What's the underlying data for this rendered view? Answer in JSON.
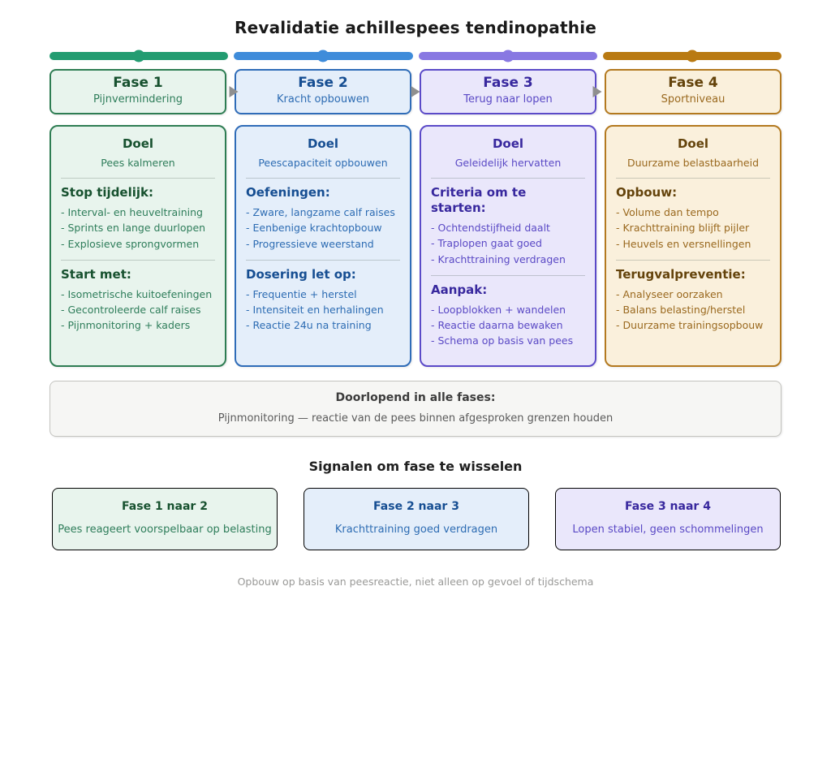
{
  "title": "Revalidatie achillespees tendinopathie",
  "labels": {
    "doel": "Doel"
  },
  "timeline": {
    "segment_colors": [
      "#239c71",
      "#3f8cda",
      "#8878e2",
      "#b97a12"
    ]
  },
  "phases": [
    {
      "name": "Fase 1",
      "subtitle": "Pijnvermindering",
      "doel": "Pees kalmeren",
      "colors": {
        "accent": "#239c71",
        "border": "#2e7d53",
        "background": "#e8f4ed",
        "heading": "#17512f",
        "text": "#2e7d5a"
      },
      "sections": [
        {
          "heading": "Stop tijdelijk:",
          "items": [
            "- Interval- en heuveltraining",
            "- Sprints en lange duurlopen",
            "- Explosieve sprongvormen"
          ]
        },
        {
          "heading": "Start met:",
          "items": [
            "- Isometrische kuitoefeningen",
            "- Gecontroleerde calf raises",
            "- Pijnmonitoring + kaders"
          ]
        }
      ]
    },
    {
      "name": "Fase 2",
      "subtitle": "Kracht opbouwen",
      "doel": "Peescapaciteit opbouwen",
      "colors": {
        "accent": "#3f8cda",
        "border": "#2f6cb8",
        "background": "#e4eefa",
        "heading": "#164e92",
        "text": "#2d6cb3"
      },
      "sections": [
        {
          "heading": "Oefeningen:",
          "items": [
            "- Zware, langzame calf raises",
            "- Eenbenige krachtopbouw",
            "- Progressieve weerstand"
          ]
        },
        {
          "heading": "Dosering let op:",
          "items": [
            "- Frequentie + herstel",
            "- Intensiteit en herhalingen",
            "- Reactie 24u na training"
          ]
        }
      ]
    },
    {
      "name": "Fase 3",
      "subtitle": "Terug naar lopen",
      "doel": "Geleidelijk hervatten",
      "colors": {
        "accent": "#8878e2",
        "border": "#5b4ac8",
        "background": "#eae7fb",
        "heading": "#38289e",
        "text": "#5a49c5"
      },
      "sections": [
        {
          "heading": "Criteria om te starten:",
          "items": [
            "- Ochtendstijfheid daalt",
            "- Traplopen gaat goed",
            "- Krachttraining verdragen"
          ]
        },
        {
          "heading": "Aanpak:",
          "items": [
            "- Loopblokken + wandelen",
            "- Reactie daarna bewaken",
            "- Schema op basis van pees"
          ]
        }
      ]
    },
    {
      "name": "Fase 4",
      "subtitle": "Sportniveau",
      "doel": "Duurzame belastbaarheid",
      "colors": {
        "accent": "#b97a12",
        "border": "#b3791f",
        "background": "#faf0dc",
        "heading": "#64430b",
        "text": "#9a691f"
      },
      "sections": [
        {
          "heading": "Opbouw:",
          "items": [
            "- Volume dan tempo",
            "- Krachttraining blijft pijler",
            "- Heuvels en versnellingen"
          ]
        },
        {
          "heading": "Terugvalpreventie:",
          "items": [
            "- Analyseer oorzaken",
            "- Balans belasting/herstel",
            "- Duurzame trainingsopbouw"
          ]
        }
      ]
    }
  ],
  "continuous": {
    "title": "Doorlopend in alle fases:",
    "text": "Pijnmonitoring — reactie van de pees binnen afgesproken grenzen houden"
  },
  "signals": {
    "title": "Signalen om fase te wisselen",
    "cards": [
      {
        "title": "Fase 1 naar 2",
        "text": "Pees reageert voorspelbaar op belasting"
      },
      {
        "title": "Fase 2 naar 3",
        "text": "Krachttraining goed verdragen"
      },
      {
        "title": "Fase 3 naar 4",
        "text": "Lopen stabiel, geen schommelingen"
      }
    ]
  },
  "footer_note": "Opbouw op basis van peesreactie, niet alleen op gevoel of tijdschema"
}
